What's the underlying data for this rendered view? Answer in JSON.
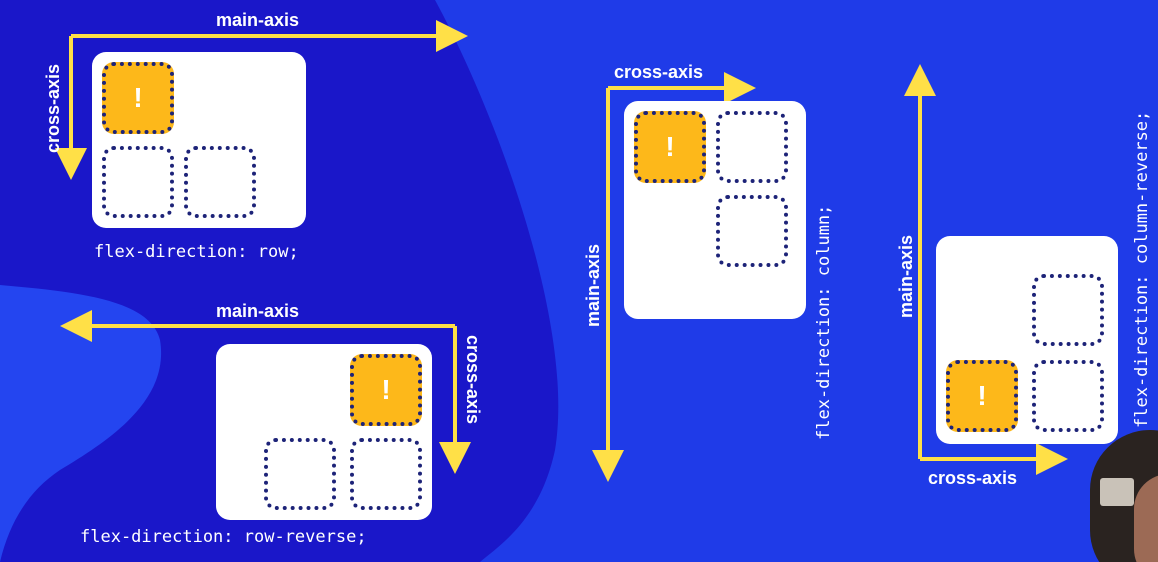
{
  "diagrams": [
    {
      "id": "row",
      "code": "flex-direction: row;",
      "main_axis": "main-axis",
      "cross_axis": "cross-axis",
      "first_item_label": "!"
    },
    {
      "id": "row-reverse",
      "code": "flex-direction: row-reverse;",
      "main_axis": "main-axis",
      "cross_axis": "cross-axis",
      "first_item_label": "!"
    },
    {
      "id": "column",
      "code": "flex-direction: column;",
      "main_axis": "main-axis",
      "cross_axis": "cross-axis",
      "first_item_label": "!"
    },
    {
      "id": "column-reverse",
      "code": "flex-direction: column-reverse;",
      "main_axis": "main-axis",
      "cross_axis": "cross-axis",
      "first_item_label": "!"
    }
  ],
  "colors": {
    "background_blue": "#1f3be8",
    "dark_blue_panel": "#1a17c9",
    "axis_yellow": "#ffe047",
    "item_yellow": "#fdb81a",
    "navy": "#1d2378",
    "card_white": "#ffffff"
  }
}
